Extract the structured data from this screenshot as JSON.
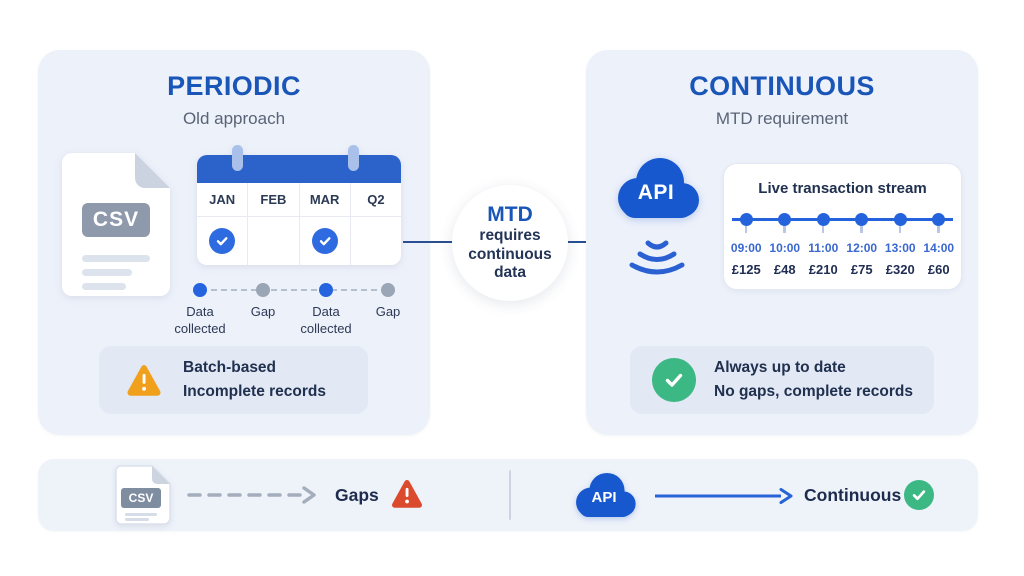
{
  "left_panel": {
    "title": "PERIODIC",
    "subtitle": "Old approach",
    "csv_badge": "CSV",
    "calendar": {
      "months": [
        "JAN",
        "FEB",
        "MAR",
        "Q2"
      ],
      "checked": [
        true,
        false,
        true,
        false
      ]
    },
    "timeline": {
      "labels": [
        "Data\ncollected",
        "Gap",
        "Data\ncollected",
        "Gap"
      ]
    },
    "warning": {
      "line1": "Batch-based",
      "line2": "Incomplete records"
    }
  },
  "center": {
    "title": "MTD",
    "text": "requires\ncontinuous\ndata"
  },
  "right_panel": {
    "title": "CONTINUOUS",
    "subtitle": "MTD requirement",
    "api_badge": "API",
    "stream": {
      "title": "Live transaction stream",
      "times": [
        "09:00",
        "10:00",
        "11:00",
        "12:00",
        "13:00",
        "14:00"
      ],
      "amounts": [
        "£125",
        "£48",
        "£210",
        "£75",
        "£320",
        "£60"
      ]
    },
    "benefit": {
      "line1": "Always up to date",
      "line2": "No gaps, complete records"
    }
  },
  "bottom_bar": {
    "csv_badge": "CSV",
    "gaps_label": "Gaps",
    "api_badge": "API",
    "continuous_label": "Continuous"
  },
  "colors": {
    "title_blue": "#1a55b8",
    "accent_blue": "#2563d6",
    "navy_text": "#1f2d52",
    "panel_bg": "#edf1fa",
    "inner_box_bg": "#e2e8f4",
    "warning_orange": "#f0a01c",
    "error_red": "#dc4a2d",
    "success_green": "#3bb884",
    "gap_gray": "#9aa5b6"
  }
}
